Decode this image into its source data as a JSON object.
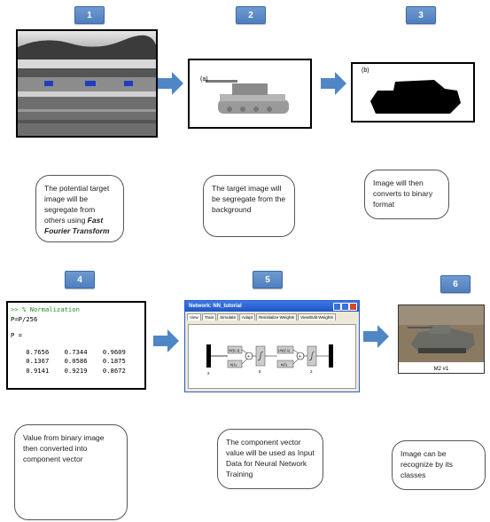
{
  "steps": [
    {
      "number": "1"
    },
    {
      "number": "2"
    },
    {
      "number": "3"
    },
    {
      "number": "4"
    },
    {
      "number": "5"
    },
    {
      "number": "6"
    }
  ],
  "images": {
    "tank_silhouette_label": "(a)",
    "binary_label": "(b)",
    "photo_caption": "M2 #1"
  },
  "code": {
    "comment": ">> % Normalization",
    "assign": "P=P/256",
    "var": "P =",
    "rows": [
      "    0.7656    0.7344    0.9609",
      "    0.1367    0.0586    0.1875",
      "    0.9141    0.9219    0.8672"
    ]
  },
  "nn_window": {
    "title": "Network: NN_tutorial",
    "tabs": [
      "View",
      "Train",
      "Simulate",
      "Adapt",
      "Reinitialize Weights",
      "View/Edit Weights"
    ],
    "w1": "IW{1,1}",
    "b1": "b{1}",
    "w2": "LW{2,1}",
    "b2": "b{2}",
    "in_size": "2",
    "l1_size": "6",
    "out_size": "2"
  },
  "notes": {
    "n1_text": "The potential target image will be segregate from others using ",
    "n1_emph": "Fast Fourier Transform",
    "n2": "The target image will be segregate from the background",
    "n3": "Image will then converts to binary format",
    "n4": "Value from binary image then converted into component vector",
    "n5": "The component vector value will be used as Input Data for Neural Network Training",
    "n6": "Image can be recognize by its classes"
  },
  "colors": {
    "badge": "#5b88c6",
    "arrow": "#4f86c6"
  }
}
